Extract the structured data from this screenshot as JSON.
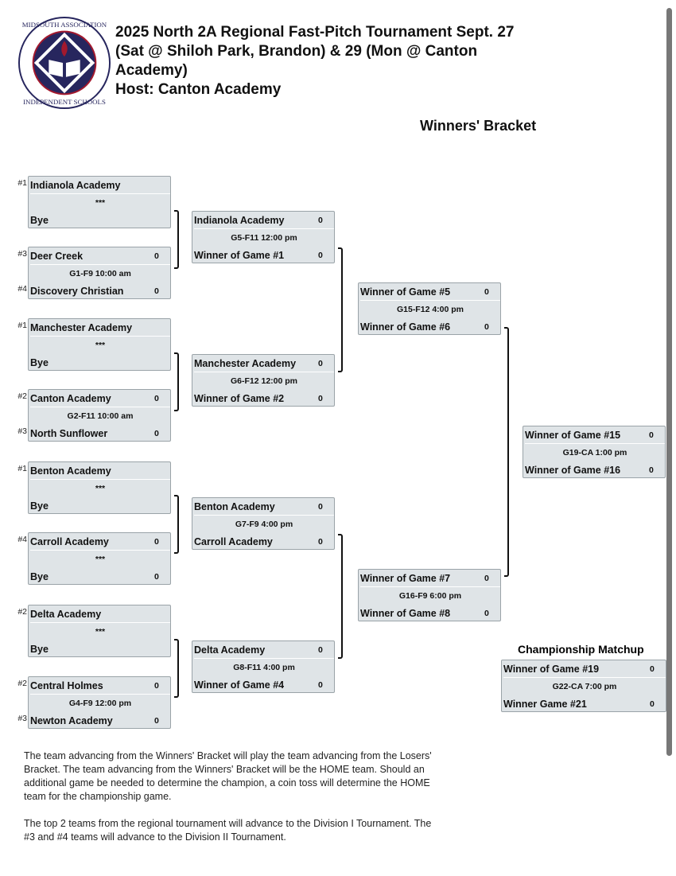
{
  "header": {
    "title": "2025 North 2A Regional Fast-Pitch Tournament Sept. 27 (Sat @ Shiloh Park, Brandon) & 29 (Mon @ Canton Academy)",
    "host": "Host: Canton Academy",
    "logo_text": "MIDSOUTH ASSOCIATION INDEPENDENT SCHOOLS"
  },
  "bracket_title": "Winners' Bracket",
  "championship_title": "Championship Matchup",
  "colors": {
    "box": "#dfe4e7",
    "logo_navy": "#27265e",
    "logo_red": "#a3192e"
  },
  "games": [
    {
      "t1": "Indianola Academy",
      "s1": "#1",
      "sc1": "",
      "info": "***",
      "t2": "Bye",
      "s2": "",
      "sc2": ""
    },
    {
      "t1": "Deer Creek",
      "s1": "#3",
      "sc1": "0",
      "info": "G1-F9 10:00 am",
      "t2": "Discovery Christian",
      "s2": "#4",
      "sc2": "0"
    },
    {
      "t1": "Manchester Academy",
      "s1": "#1",
      "sc1": "",
      "info": "***",
      "t2": "Bye",
      "s2": "",
      "sc2": ""
    },
    {
      "t1": "Canton Academy",
      "s1": "#2",
      "sc1": "0",
      "info": "G2-F11 10:00 am",
      "t2": "North Sunflower",
      "s2": "#3",
      "sc2": "0"
    },
    {
      "t1": "Benton Academy",
      "s1": "#1",
      "sc1": "",
      "info": "***",
      "t2": "Bye",
      "s2": "",
      "sc2": ""
    },
    {
      "t1": "Carroll Academy",
      "s1": "#4",
      "sc1": "0",
      "info": "***",
      "t2": "Bye",
      "s2": "",
      "sc2": "0"
    },
    {
      "t1": "Delta Academy",
      "s1": "#2",
      "sc1": "",
      "info": "***",
      "t2": "Bye",
      "s2": "",
      "sc2": ""
    },
    {
      "t1": "Central Holmes",
      "s1": "#2",
      "sc1": "0",
      "info": "G4-F9 12:00 pm",
      "t2": "Newton Academy",
      "s2": "#3",
      "sc2": "0"
    },
    {
      "t1": "Indianola Academy",
      "sc1": "0",
      "info": "G5-F11 12:00 pm",
      "t2": "Winner of Game #1",
      "sc2": "0"
    },
    {
      "t1": "Manchester Academy",
      "sc1": "0",
      "info": "G6-F12 12:00 pm",
      "t2": "Winner of Game #2",
      "sc2": "0"
    },
    {
      "t1": "Benton Academy",
      "sc1": "0",
      "info": "G7-F9 4:00 pm",
      "t2": "Carroll Academy",
      "sc2": "0"
    },
    {
      "t1": "Delta Academy",
      "sc1": "0",
      "info": "G8-F11 4:00 pm",
      "t2": "Winner of Game #4",
      "sc2": "0"
    },
    {
      "t1": "Winner of Game #5",
      "sc1": "0",
      "info": "G15-F12 4:00 pm",
      "t2": "Winner of Game #6",
      "sc2": "0"
    },
    {
      "t1": "Winner of Game #7",
      "sc1": "0",
      "info": "G16-F9 6:00  pm",
      "t2": "Winner of Game #8",
      "sc2": "0"
    },
    {
      "t1": "Winner of Game #15",
      "sc1": "0",
      "info": "G19-CA 1:00 pm",
      "t2": "Winner of Game #16",
      "sc2": "0"
    },
    {
      "t1": "Winner of Game #19",
      "sc1": "0",
      "info": "G22-CA 7:00 pm",
      "t2": "Winner Game #21",
      "sc2": "0"
    }
  ],
  "notes": [
    "The team advancing from the Winners' Bracket will play the team advancing from the Losers' Bracket.  The team advancing from the Winners' Bracket will be the HOME team.  Should an additional game be needed to determine the champion, a coin toss will determine the HOME team for the championship game.",
    "The top 2 teams from the regional tournament will advance to the Division I Tournament.  The #3 and #4 teams will advance to the Division II Tournament."
  ]
}
